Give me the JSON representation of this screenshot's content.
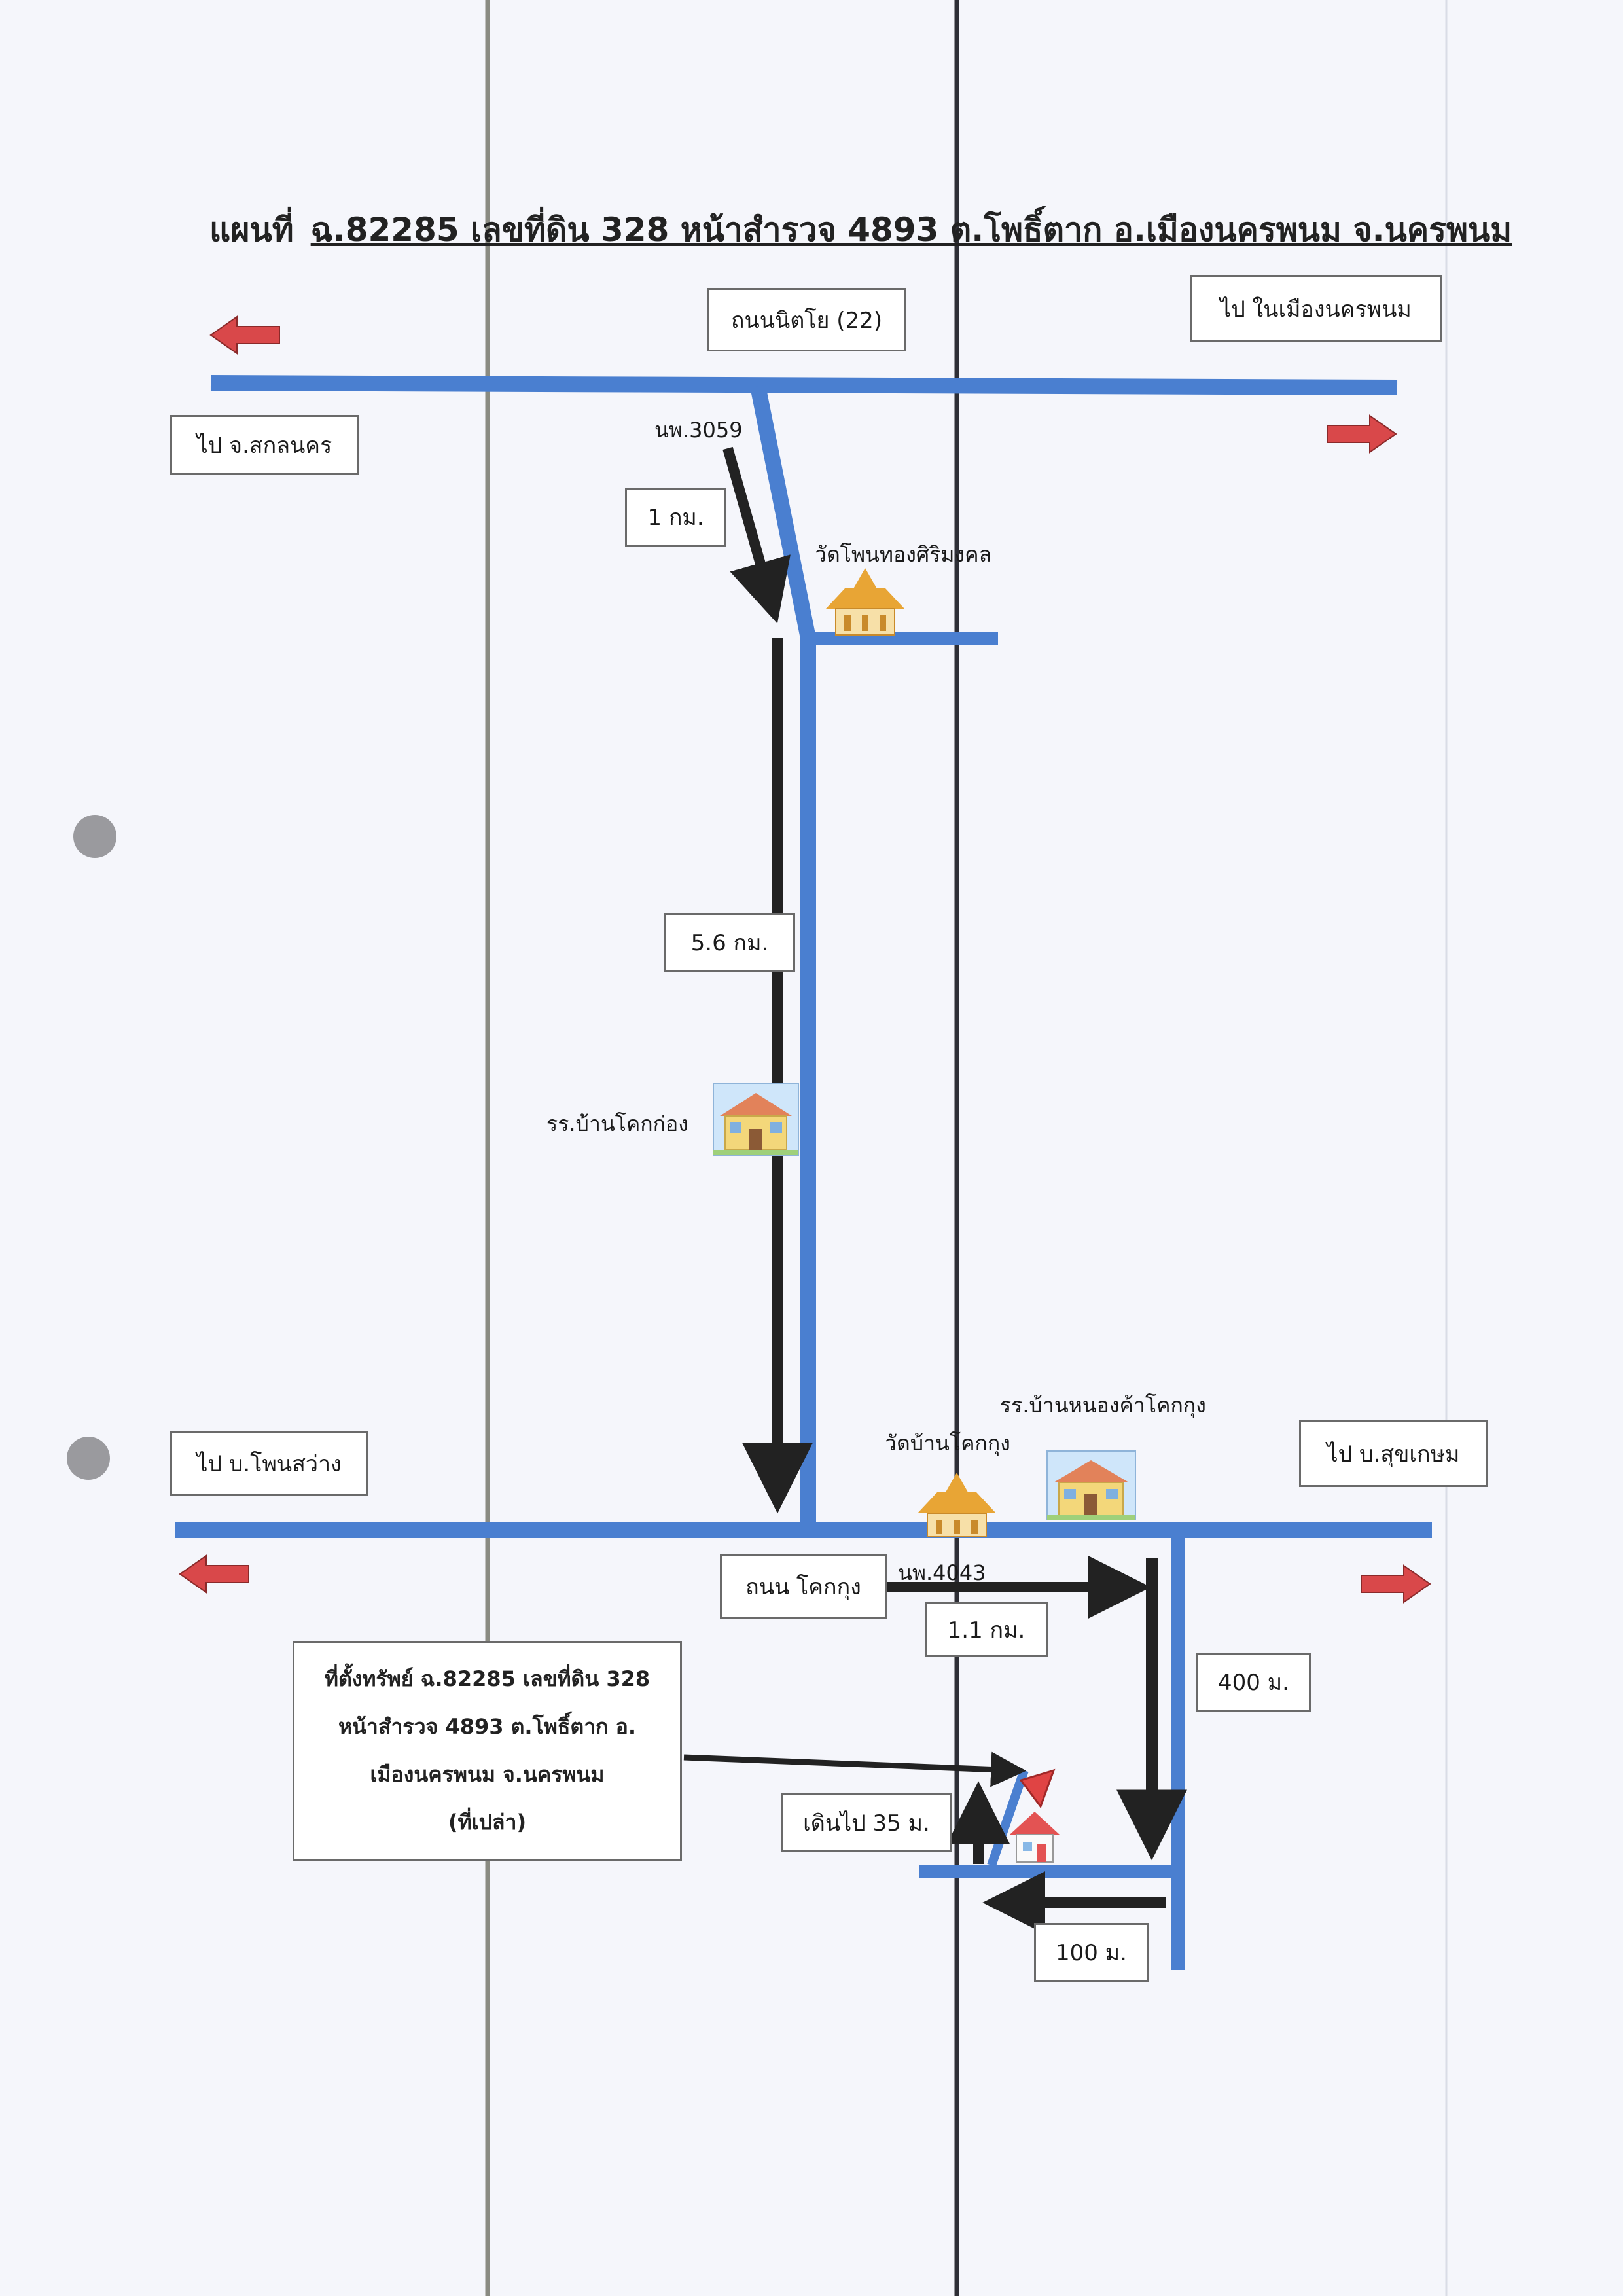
{
  "title": {
    "prefix": "แผนที่",
    "main": "ฉ.82285 เลขที่ดิน 328 หน้าสำรวจ 4893 ต.โพธิ์ตาก อ.เมืองนครพนม จ.นครพนม"
  },
  "labels": {
    "road_nittayo": "ถนนนิตโย (22)",
    "to_city": "ไป ในเมืองนครพนม",
    "to_sakon": "ไป จ.สกลนคร",
    "route_3059": "นพ.3059",
    "dist_1km": "1 กม.",
    "temple_1": "วัดโพนทองศิริมงคล",
    "dist_5_6km": "5.6 กม.",
    "school_1": "รร.บ้านโคกก่อง",
    "school_2": "รร.บ้านหนองค้าโคกกุง",
    "temple_2": "วัดบ้านโคกกุง",
    "to_phon_sawang": "ไป บ.โพนสว่าง",
    "to_sukkasem": "ไป บ.สุขเกษม",
    "road_khok_kung": "ถนน โคกกุง",
    "route_4043": "นพ.4043",
    "dist_1_1km": "1.1 กม.",
    "dist_400m": "400 ม.",
    "walk_35m": "เดินไป 35 ม.",
    "dist_100m": "100 ม."
  },
  "location_box": {
    "line1": "ที่ตั้งทรัพย์ ฉ.82285 เลขที่ดิน 328",
    "line2": "หน้าสำรวจ 4893 ต.โพธิ์ตาก อ.",
    "line3": "เมืองนครพนม จ.นครพนม",
    "line4": "(ที่เปล่า)"
  },
  "icons": {
    "temple": "temple-icon",
    "school": "school-icon",
    "house": "house-icon",
    "flag": "red-triangle-marker-icon",
    "direction": "red-arrow-icon"
  },
  "colors": {
    "road": "#4a7fd0",
    "direction_arrow": "#d9484a",
    "route_arrow": "#222222",
    "temple": "#e8a535",
    "school_wall": "#f3d77a"
  }
}
